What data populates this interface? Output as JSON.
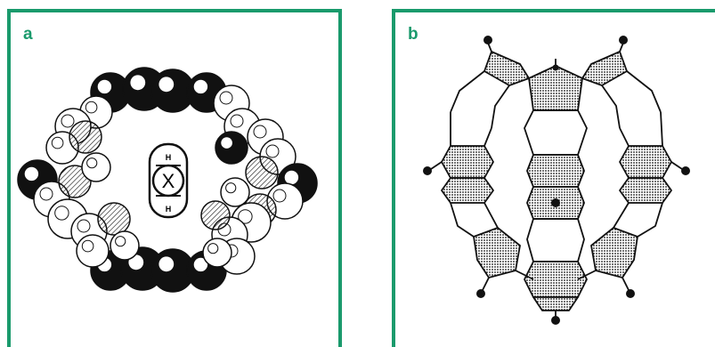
{
  "panels": {
    "a": {
      "label": "a",
      "center_symbol": "X",
      "top_atom": "H",
      "bottom_atom": "H"
    },
    "b": {
      "label": "b"
    }
  },
  "colors": {
    "frame": "#1a9a6c",
    "ink": "#111111",
    "paper": "#ffffff"
  }
}
